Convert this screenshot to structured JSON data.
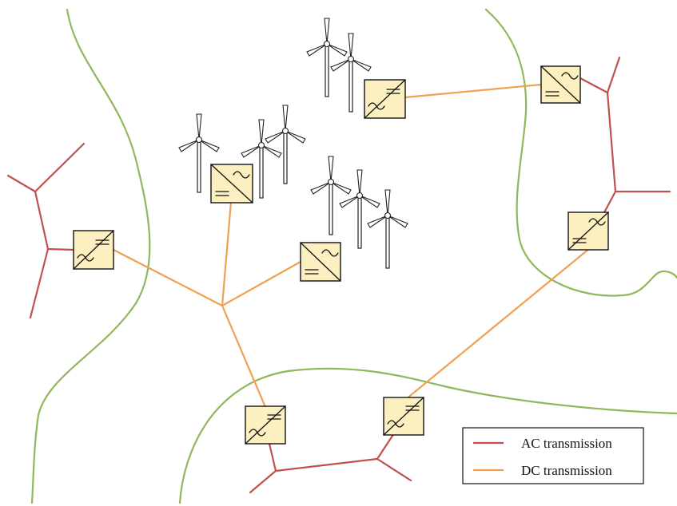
{
  "colors": {
    "border": "#8fb85a",
    "ac": "#c0504d",
    "dc": "#f0a050",
    "converter_fill": "#fdf0c0"
  },
  "icons": {
    "converter": "ac-dc-converter-icon",
    "turbine": "wind-turbine-icon"
  },
  "legend": {
    "entries": [
      {
        "label": "AC transmission",
        "series": "ac"
      },
      {
        "label": "DC transmission",
        "series": "dc"
      }
    ]
  }
}
